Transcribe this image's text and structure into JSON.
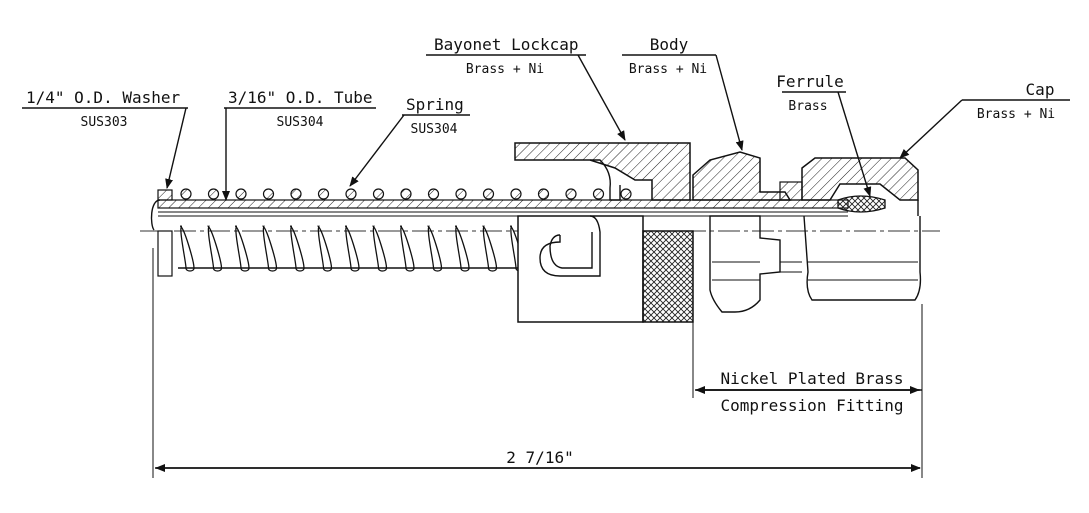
{
  "callouts": {
    "washer": {
      "name": "1/4\" O.D. Washer",
      "material": "SUS303"
    },
    "tube": {
      "name": "3/16\" O.D. Tube",
      "material": "SUS304"
    },
    "spring": {
      "name": "Spring",
      "material": "SUS304"
    },
    "lockcap": {
      "name": "Bayonet Lockcap",
      "material": "Brass + Ni"
    },
    "body": {
      "name": "Body",
      "material": "Brass + Ni"
    },
    "ferrule": {
      "name": "Ferrule",
      "material": "Brass"
    },
    "cap": {
      "name": "Cap",
      "material": "Brass + Ni"
    }
  },
  "fitting_note": {
    "line1": "Nickel Plated Brass",
    "line2": "Compression Fitting"
  },
  "dimension": {
    "overall_length": "2 7/16\""
  }
}
